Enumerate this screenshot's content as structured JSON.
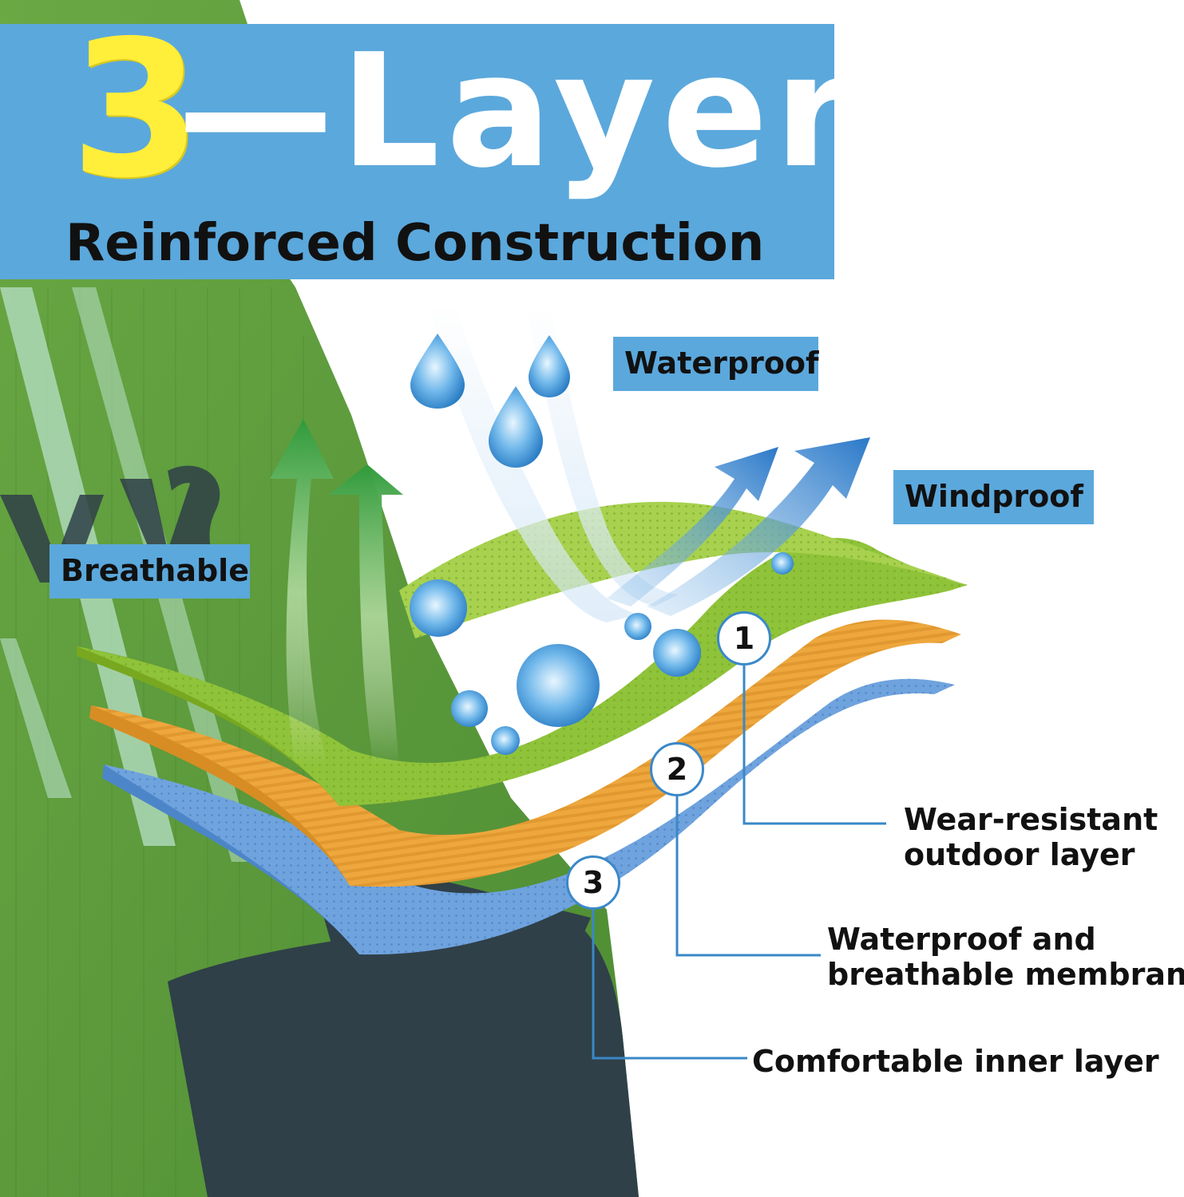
{
  "header": {
    "title_number": "3",
    "title_word": "—Layer",
    "subtitle": "Reinforced Construction"
  },
  "features": {
    "waterproof": "Waterproof",
    "windproof": "Windproof",
    "breathable": "Breathable"
  },
  "layers": [
    {
      "number": "1",
      "line1": "Wear-resistant",
      "line2": "outdoor layer"
    },
    {
      "number": "2",
      "line1": "Waterproof and",
      "line2": "breathable membrane"
    },
    {
      "number": "3",
      "line1": "Comfortable inner layer",
      "line2": ""
    }
  ],
  "colors": {
    "banner_blue": "#5ba8dc",
    "title_yellow": "#ffee3a",
    "sock_green": "#5a9a3a",
    "sock_dark": "#2f4048",
    "layer_outer_green": "#8cbf2e",
    "layer_middle_orange": "#e9a23a",
    "layer_inner_blue": "#5d95d6",
    "callout_line": "#3a88c8"
  },
  "icons": [
    "water-drop-icon",
    "wind-arrow-icon",
    "breath-arrow-icon"
  ]
}
